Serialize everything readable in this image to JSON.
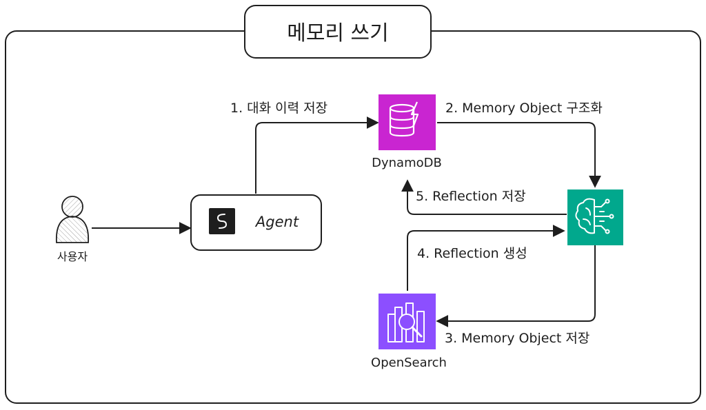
{
  "title": "메모리 쓰기",
  "nodes": {
    "user": {
      "label": "사용자",
      "icon": "user-icon"
    },
    "agent": {
      "label": "Agent",
      "icon": "strands-agent-icon"
    },
    "dynamodb": {
      "label": "DynamoDB",
      "icon": "dynamodb-icon",
      "color": "#C925D1"
    },
    "bedrock": {
      "label": "",
      "icon": "bedrock-brain-icon",
      "color": "#01A88D"
    },
    "opensearch": {
      "label": "OpenSearch",
      "icon": "opensearch-icon",
      "color": "#8C4FFF"
    }
  },
  "edges": {
    "step1": "1. 대화 이력 저장",
    "step2": "2. Memory Object 구조화",
    "step3": "3. Memory Object 저장",
    "step4": "4. Reflection 생성",
    "step5": "5. Reflection 저장"
  }
}
